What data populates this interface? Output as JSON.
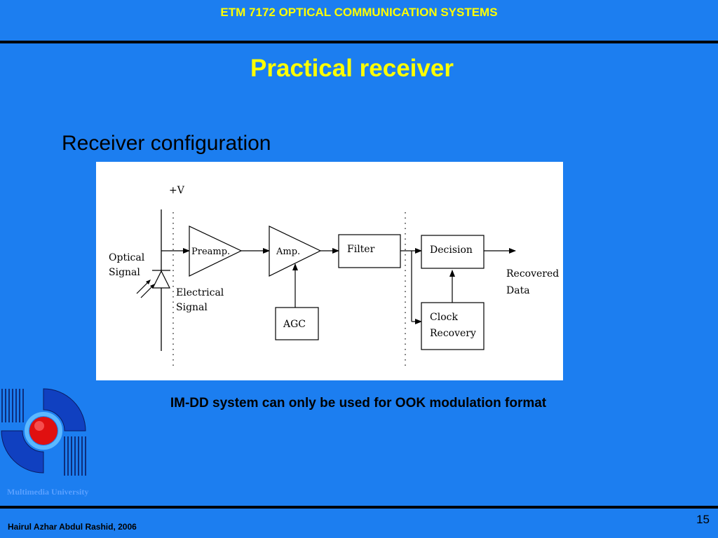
{
  "header": {
    "course_title": "ETM 7172 OPTICAL COMMUNICATION SYSTEMS",
    "slide_title": "Practical receiver"
  },
  "section_heading": "Receiver configuration",
  "diagram": {
    "supply_label": "+V",
    "optical_signal_line1": "Optical",
    "optical_signal_line2": "Signal",
    "electrical_signal_line1": "Electrical",
    "electrical_signal_line2": "Signal",
    "preamp_label": "Preamp.",
    "amp_label": "Amp.",
    "agc_label": "AGC",
    "filter_label": "Filter",
    "decision_label": "Decision",
    "clock_recovery_line1": "Clock",
    "clock_recovery_line2": "Recovery",
    "recovered_data_line1": "Recovered",
    "recovered_data_line2": "Data"
  },
  "caption": "IM-DD system can only be used for OOK modulation format",
  "footer": {
    "university": "Multimedia University",
    "author": "Hairul Azhar Abdul Rashid, 2006",
    "page_number": "15"
  },
  "colors": {
    "background": "#1c7ef0",
    "title_yellow": "#ffff00",
    "logo_red": "#e01010",
    "logo_blue": "#1040c0"
  }
}
